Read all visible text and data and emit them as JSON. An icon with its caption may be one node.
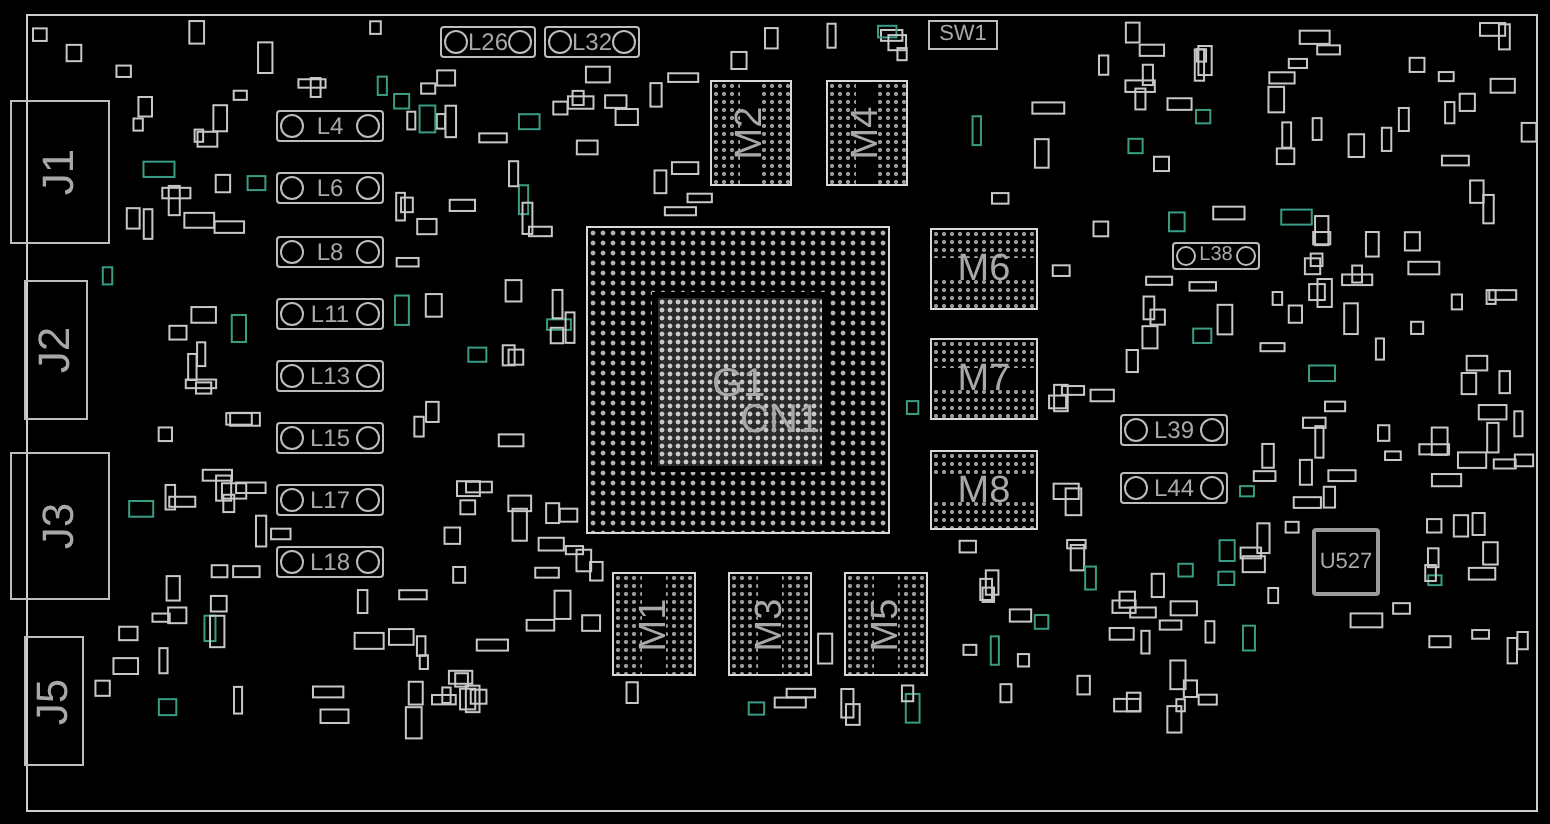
{
  "diagram": {
    "nodes": [
      {
        "text": [
          "J1"
        ]
      },
      {
        "text": [
          "J2"
        ]
      },
      {
        "text": [
          "J3"
        ]
      },
      {
        "text": [
          "J5"
        ]
      },
      {
        "text": [
          "L4"
        ]
      },
      {
        "text": [
          "L6"
        ]
      },
      {
        "text": [
          "L8"
        ]
      },
      {
        "text": [
          "L11"
        ]
      },
      {
        "text": [
          "L13"
        ]
      },
      {
        "text": [
          "L15"
        ]
      },
      {
        "text": [
          "L17"
        ]
      },
      {
        "text": [
          "L18"
        ]
      },
      {
        "text": [
          "L26"
        ]
      },
      {
        "text": [
          "L32"
        ]
      },
      {
        "text": [
          "SW1"
        ]
      },
      {
        "text": [
          "M2"
        ]
      },
      {
        "text": [
          "M4"
        ]
      },
      {
        "text": [
          "M6"
        ]
      },
      {
        "text": [
          "G1",
          "CN1"
        ]
      },
      {
        "text": [
          "M7"
        ]
      },
      {
        "text": [
          "M8"
        ]
      },
      {
        "text": [
          "L38"
        ]
      },
      {
        "text": [
          "L39"
        ]
      },
      {
        "text": [
          "L44"
        ]
      },
      {
        "text": [
          "U527"
        ]
      },
      {
        "text": [
          "M1"
        ]
      },
      {
        "text": [
          "M3"
        ]
      },
      {
        "text": [
          "M5"
        ]
      }
    ]
  }
}
